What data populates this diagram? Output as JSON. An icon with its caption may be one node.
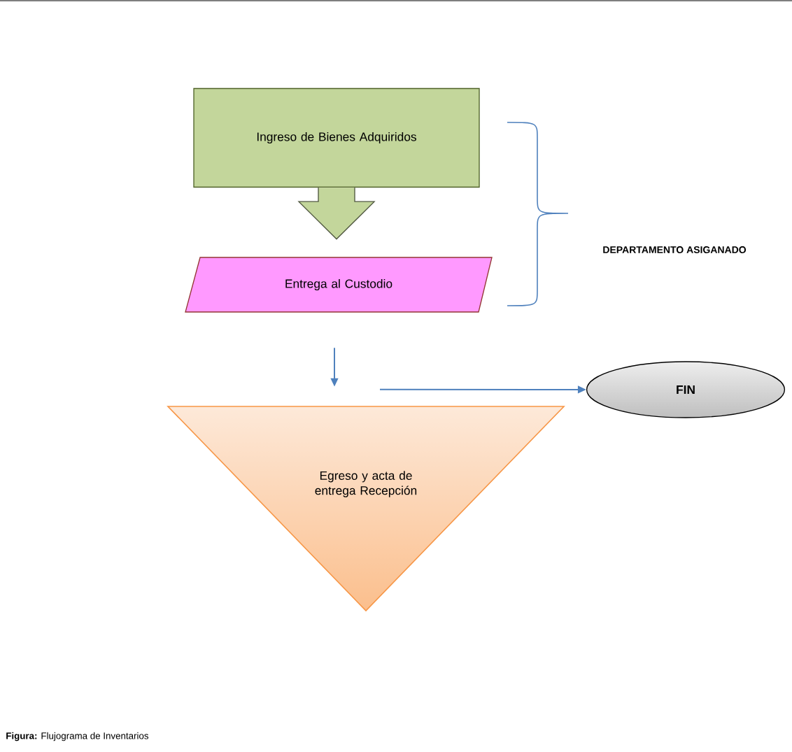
{
  "diagram": {
    "caption": "**Figura:** Flujograma de Inventarios",
    "nodes": [
      {
        "text": [
          "Ingreso de Bienes Adquiridos"
        ]
      },
      {
        "text": [
          "Entrega al Custodio"
        ]
      },
      {
        "text": [
          "Egreso y acta de entrega Recepción"
        ]
      },
      {
        "text": [
          "FIN"
        ]
      }
    ],
    "edges": [
      {
        "from": 0,
        "to": 1,
        "arrow": "to",
        "style": "thick",
        "color": "#c3d69b"
      },
      {
        "from": 1,
        "to": 2,
        "arrow": "to"
      },
      {
        "from": 2,
        "to": 3,
        "arrow": "to"
      }
    ],
    "labels": [
      "DEPARTAMENTO ASIGANADO"
    ]
  }
}
